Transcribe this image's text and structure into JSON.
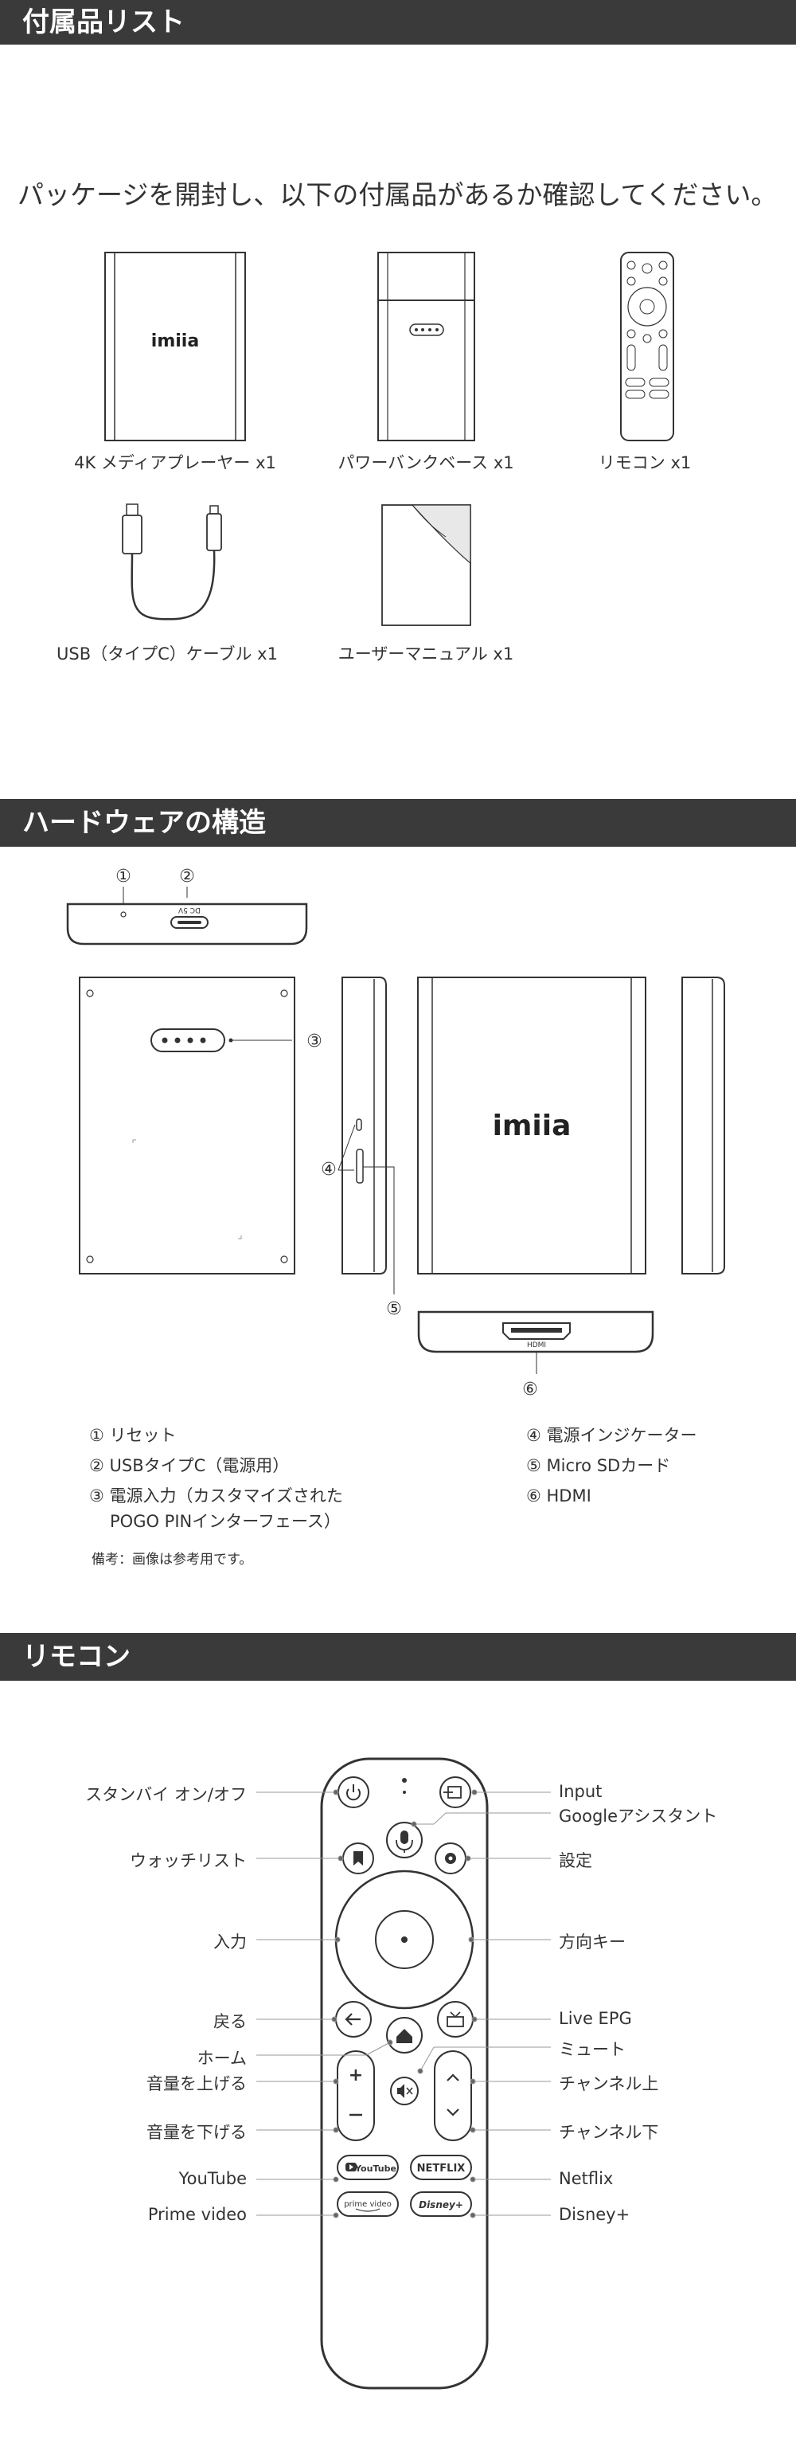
{
  "accessories": {
    "header": "付属品リスト",
    "intro": "パッケージを開封し、以下の付属品があるか確認してください。",
    "brand": "imiia",
    "items": [
      {
        "label": "4K メディアプレーヤー x1"
      },
      {
        "label": "パワーバンクベース x1"
      },
      {
        "label": "リモコン x1"
      },
      {
        "label": "USB（タイプC）ケーブル x1"
      },
      {
        "label": "ユーザーマニュアル x1"
      }
    ]
  },
  "hardware": {
    "header": "ハードウェアの構造",
    "port_label": "DC 5V",
    "hdmi_port_label": "HDMI",
    "markers": [
      "①",
      "②",
      "③",
      "④",
      "⑤",
      "⑥"
    ],
    "list_left": [
      "① リセット",
      "② USBタイプC（電源用）",
      "③ 電源入力（カスタマイズされた",
      "POGO PINインターフェース）"
    ],
    "list_right": [
      "④ 電源インジケーター",
      "⑤ Micro SDカード",
      "⑥ HDMI"
    ],
    "note": "備考：画像は参考用です。"
  },
  "remote": {
    "header": "リモコン",
    "left_labels": [
      "スタンバイ オン/オフ",
      "ウォッチリスト",
      "入力",
      "戻る",
      "ホーム",
      "音量を上げる",
      "音量を下げる",
      "YouTube",
      "Prime video"
    ],
    "right_labels": [
      "Input",
      "Googleアシスタント",
      "設定",
      "方向キー",
      "Live EPG",
      "ミュート",
      "チャンネル上",
      "チャンネル下",
      "Netflix",
      "Disney+"
    ],
    "buttons": {
      "youtube": "YouTube",
      "netflix": "NETFLIX",
      "prime": "prime video",
      "disney": "Disney+"
    }
  }
}
